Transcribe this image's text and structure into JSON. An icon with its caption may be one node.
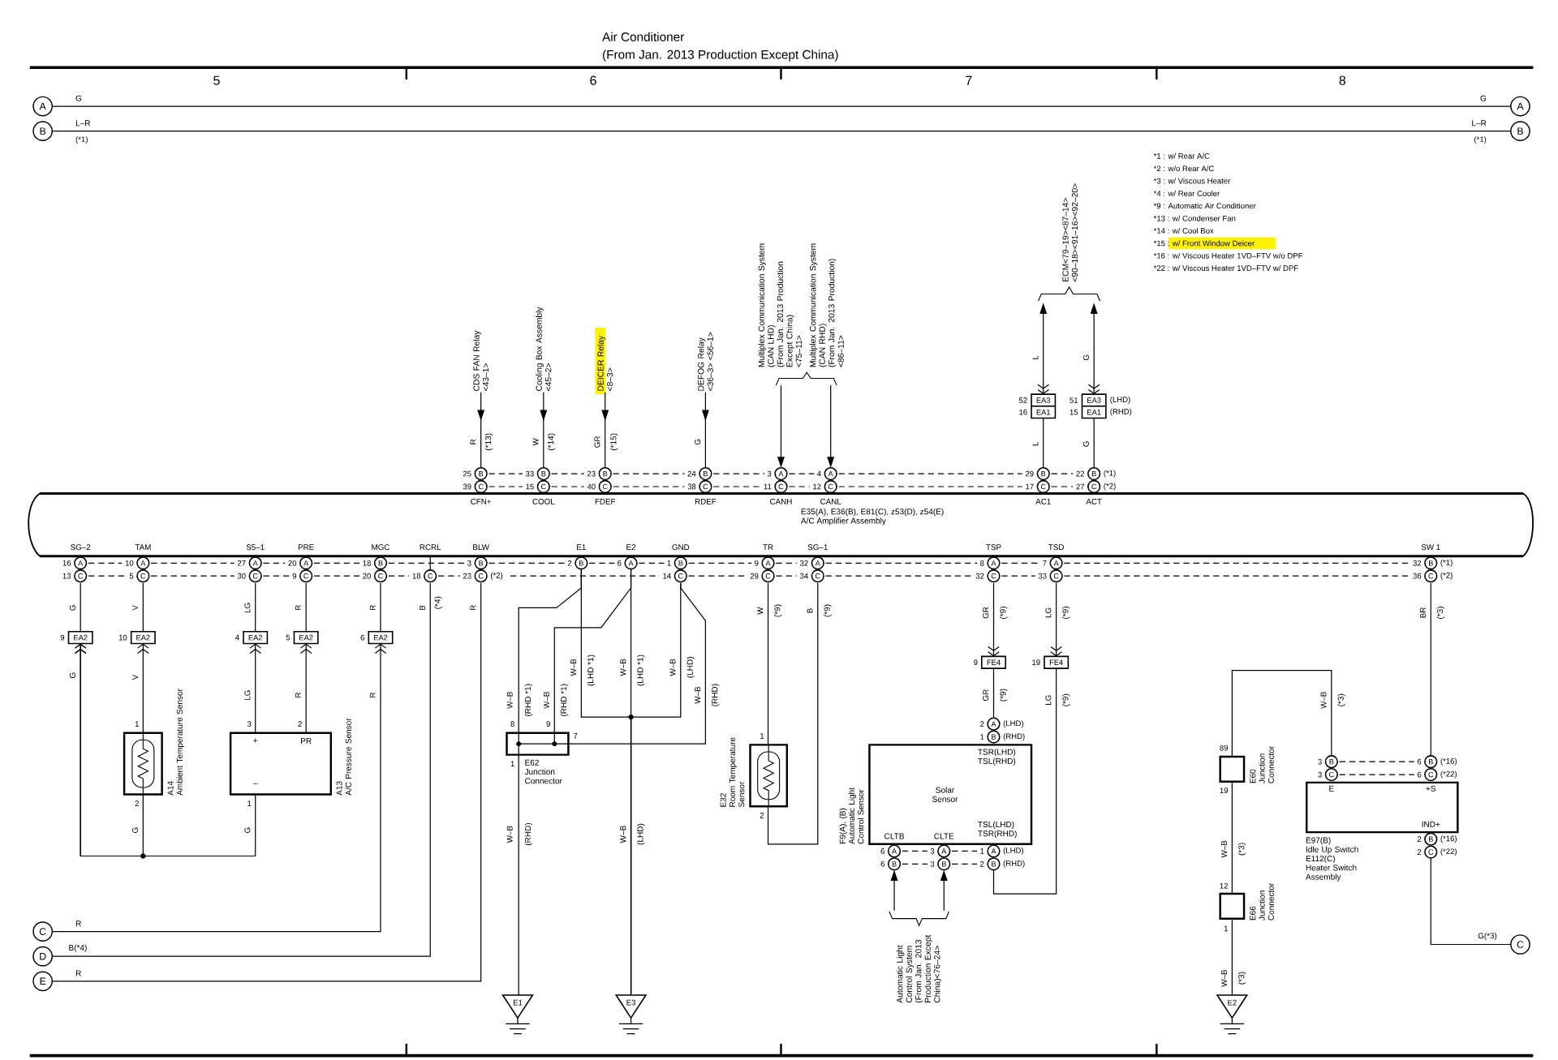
{
  "diagram": {
    "title": "Air Conditioner",
    "nodes": [
      {
        "text": [
          "A"
        ]
      },
      {
        "text": [
          "A"
        ]
      },
      {
        "text": [
          "B"
        ]
      },
      {
        "text": [
          "B"
        ]
      },
      {
        "text": [
          "ECM<79–19><87–14>",
          "<90–18><91–16><92–20>"
        ]
      },
      {
        "text": [
          "CDS FAN Relay",
          "<43–1>"
        ]
      },
      {
        "text": [
          "Cooling Box Assembly",
          "<45–2>"
        ]
      },
      {
        "text": [
          "DEICER Relay",
          "<8–3>"
        ]
      },
      {
        "text": [
          "DEFOG Relay",
          "<36–3> <56–1>"
        ]
      },
      {
        "text": [
          "Multiplex Communication System",
          "(CAN LHD)",
          "(From Jan. 2013 Production Except China)",
          "<75–11>"
        ]
      },
      {
        "text": [
          "Multiplex Communication System",
          "(CAN RHD)",
          "(From Jan. 2013 Production)",
          "<86–11>"
        ]
      },
      {
        "text": [
          "EA3",
          "EA1"
        ],
        "beside": [
          "52",
          "16"
        ]
      },
      {
        "text": [
          "EA3",
          "EA1"
        ],
        "beside": [
          "51",
          "(LHD)",
          "15",
          "(RHD)"
        ]
      },
      {
        "text": [
          "E35(A), E36(B), E81(C), z53(D), z54(E)",
          "A/C Amplifier Assembly"
        ]
      },
      {
        "text": [
          "EA2"
        ],
        "beside": [
          "9"
        ]
      },
      {
        "text": [
          "EA2"
        ],
        "beside": [
          "10"
        ]
      },
      {
        "text": [
          "EA2"
        ],
        "beside": [
          "4"
        ]
      },
      {
        "text": [
          "EA2"
        ],
        "beside": [
          "5"
        ]
      },
      {
        "text": [
          "EA2"
        ],
        "beside": [
          "6"
        ]
      },
      {
        "text": [
          "FE4"
        ],
        "beside": [
          "9"
        ]
      },
      {
        "text": [
          "FE4"
        ],
        "beside": [
          "19"
        ]
      },
      {
        "text": [
          "A14",
          "Ambient Temperature Sensor"
        ],
        "beside": [
          "1",
          "2"
        ]
      },
      {
        "text": [
          "+",
          "PR",
          "–",
          "A13",
          "A/C Pressure Sensor"
        ],
        "beside": [
          "3",
          "2",
          "1"
        ]
      },
      {
        "text": [
          "E62",
          "Junction Connector"
        ],
        "beside": [
          "8",
          "9",
          "7",
          "1"
        ]
      },
      {
        "text": [
          "E32",
          "Room Temperature Sensor"
        ],
        "beside": [
          "1",
          "2"
        ]
      },
      {
        "text": [
          "TSR(LHD) TSL(RHD)",
          "Solar Sensor",
          "CLTB",
          "CLTE",
          "TSL(LHD) TSR(RHD)",
          "F9(A), (B)",
          "Automatic Light Control Sensor"
        ]
      },
      {
        "text": [
          "E60",
          "Junction Connector"
        ],
        "beside": [
          "89",
          "19"
        ]
      },
      {
        "text": [
          "E",
          "+S",
          "IND+",
          "E97(B)",
          "Idle Up Switch",
          "E112(C)",
          "Heater Switch Assembly"
        ]
      },
      {
        "text": [
          "Automatic Light Control System (From Jan. 2013 Production Except China)<76–24>"
        ]
      },
      {
        "text": [
          "E66",
          "Junction Connector"
        ],
        "beside": [
          "12",
          "1"
        ]
      },
      {
        "text": [
          "C"
        ]
      },
      {
        "text": [
          "D"
        ]
      },
      {
        "text": [
          "E"
        ]
      },
      {
        "text": [
          "C"
        ]
      },
      {
        "text": [
          "E1"
        ]
      },
      {
        "text": [
          "E3"
        ]
      },
      {
        "text": [
          "E2"
        ]
      }
    ],
    "edges": [
      {
        "from": 0,
        "to": 1,
        "arrow": "none"
      },
      {
        "from": 2,
        "to": 3,
        "arrow": "none"
      },
      {
        "from": 5,
        "to": 13,
        "arrow": "to",
        "label": "R"
      },
      {
        "from": 6,
        "to": 13,
        "arrow": "to",
        "label": "W"
      },
      {
        "from": 7,
        "to": 13,
        "arrow": "to",
        "label": "GR"
      },
      {
        "from": 8,
        "to": 13,
        "arrow": "to",
        "label": "G"
      },
      {
        "from": 9,
        "to": 13,
        "arrow": "to"
      },
      {
        "from": 10,
        "to": 13,
        "arrow": "to"
      },
      {
        "from": 13,
        "to": 11,
        "arrow": "none",
        "label": "L"
      },
      {
        "from": 11,
        "to": 4,
        "arrow": "both",
        "label": "L"
      },
      {
        "from": 13,
        "to": 12,
        "arrow": "none",
        "label": "G"
      },
      {
        "from": 12,
        "to": 4,
        "arrow": "both",
        "label": "G"
      },
      {
        "from": 13,
        "to": 14,
        "arrow": "none",
        "label": "G"
      },
      {
        "from": 21,
        "to": 14,
        "arrow": "to",
        "label": "G"
      },
      {
        "from": 22,
        "to": 14,
        "arrow": "to",
        "label": "G"
      },
      {
        "from": 13,
        "to": 15,
        "arrow": "none",
        "label": "V"
      },
      {
        "from": 21,
        "to": 15,
        "arrow": "to",
        "label": "V"
      },
      {
        "from": 13,
        "to": 16,
        "arrow": "none",
        "label": "LG"
      },
      {
        "from": 22,
        "to": 16,
        "arrow": "to",
        "label": "LG"
      },
      {
        "from": 13,
        "to": 17,
        "arrow": "none",
        "label": "R"
      },
      {
        "from": 22,
        "to": 17,
        "arrow": "to",
        "label": "R"
      },
      {
        "from": 13,
        "to": 18,
        "arrow": "none",
        "label": "R"
      },
      {
        "from": 30,
        "to": 18,
        "arrow": "to",
        "label": "R"
      },
      {
        "from": 13,
        "to": 31,
        "arrow": "none",
        "label": "B"
      },
      {
        "from": 13,
        "to": 32,
        "arrow": "none",
        "label": "R"
      },
      {
        "from": 13,
        "to": 23,
        "arrow": "none",
        "label": "W–B"
      },
      {
        "from": 13,
        "to": 23,
        "arrow": "none",
        "label": "W–B"
      },
      {
        "from": 13,
        "to": 23,
        "arrow": "none",
        "label": "W–B"
      },
      {
        "from": 13,
        "to": 35,
        "arrow": "none",
        "label": "W–B"
      },
      {
        "from": 13,
        "to": 35,
        "arrow": "none",
        "label": "W–B"
      },
      {
        "from": 13,
        "to": 35,
        "arrow": "none",
        "label": "W–B"
      },
      {
        "from": 23,
        "to": 34,
        "arrow": "none",
        "label": "W–B"
      },
      {
        "from": 13,
        "to": 24,
        "arrow": "none",
        "label": "W"
      },
      {
        "from": 24,
        "to": 13,
        "arrow": "none",
        "label": "B"
      },
      {
        "from": 13,
        "to": 19,
        "arrow": "to",
        "label": "GR"
      },
      {
        "from": 19,
        "to": 25,
        "arrow": "none",
        "label": "GR"
      },
      {
        "from": 13,
        "to": 20,
        "arrow": "to",
        "label": "LG"
      },
      {
        "from": 20,
        "to": 25,
        "arrow": "none",
        "label": "LG"
      },
      {
        "from": 28,
        "to": 25,
        "arrow": "to"
      },
      {
        "from": 28,
        "to": 25,
        "arrow": "to"
      },
      {
        "from": 26,
        "to": 27,
        "arrow": "none",
        "label": "W–B"
      },
      {
        "from": 26,
        "to": 29,
        "arrow": "none",
        "label": "W–B"
      },
      {
        "from": 29,
        "to": 36,
        "arrow": "none",
        "label": "W–B"
      },
      {
        "from": 13,
        "to": 27,
        "arrow": "none",
        "label": "BR"
      },
      {
        "from": 27,
        "to": 33,
        "arrow": "none",
        "label": "G(*3)"
      }
    ],
    "labels": [
      "(From Jan. 2013 Production Except China)",
      "5",
      "6",
      "7",
      "8",
      "G",
      "L–R",
      "(*1)",
      "G",
      "L–R",
      "(*1)",
      "*1 : w/ Rear A/C",
      "*2 : w/o Rear A/C",
      "*3 : w/ Viscous Heater",
      "*4 : w/ Rear Cooler",
      "*9 : Automatic Air Conditioner",
      "*13 : w/ Condenser Fan",
      "*14 : w/ Cool Box",
      "*15 : w/ Front Window Deicer",
      "*16 : w/ Viscous Heater 1VD–FTV w/o DPF",
      "*22 : w/ Viscous Heater 1VD–FTV w/ DPF",
      "(*13)",
      "(*14)",
      "(*15)",
      "25",
      "B",
      "39",
      "C",
      "CFN+",
      "33",
      "B",
      "15",
      "C",
      "COOL",
      "23",
      "B",
      "40",
      "C",
      "FDEF",
      "24",
      "B",
      "38",
      "C",
      "RDEF",
      "3",
      "A",
      "11",
      "C",
      "CANH",
      "4",
      "A",
      "12",
      "C",
      "CANL",
      "29",
      "B",
      "17",
      "C",
      "AC1",
      "22",
      "B",
      "(*1)",
      "27",
      "C",
      "(*2)",
      "ACT",
      "SG–2",
      "16",
      "A",
      "13",
      "C",
      "TAM",
      "10",
      "A",
      "5",
      "C",
      "S5–1",
      "27",
      "A",
      "30",
      "C",
      "PRE",
      "20",
      "A",
      "9",
      "C",
      "MGC",
      "18",
      "B",
      "20",
      "C",
      "RCRL",
      "18",
      "C",
      "BLW",
      "3",
      "B",
      "23",
      "C",
      "(*2)",
      "E1",
      "2",
      "B",
      "E2",
      "6",
      "A",
      "GND",
      "1",
      "B",
      "14",
      "C",
      "TR",
      "9",
      "A",
      "29",
      "C",
      "SG–1",
      "32",
      "A",
      "34",
      "C",
      "TSP",
      "8",
      "A",
      "32",
      "C",
      "TSD",
      "7",
      "A",
      "33",
      "C",
      "SW 1",
      "32",
      "B",
      "(*1)",
      "36",
      "C",
      "(*2)",
      "G",
      "(*4)",
      "R",
      "B(*4)",
      "R",
      "(RHD *1)",
      "(RHD *1)",
      "(LHD *1)",
      "(LHD *1)",
      "(LHD)",
      "(RHD)",
      "(RHD)",
      "W–B",
      "(LHD)",
      "(*9)",
      "(*9)",
      "(*9)",
      "(*9)",
      "(*9)",
      "(*9)",
      "2",
      "A",
      "(LHD)",
      "1",
      "B",
      "(RHD)",
      "6",
      "A",
      "6",
      "B",
      "3",
      "A",
      "3",
      "B",
      "1",
      "A",
      "(LHD)",
      "2",
      "B",
      "(RHD)",
      "(*3)",
      "(*3)",
      "(*3)",
      "(*3)",
      "3",
      "B",
      "3",
      "C",
      "6",
      "B",
      "(*16)",
      "6",
      "C",
      "(*22)",
      "2",
      "B",
      "(*16)",
      "2",
      "C",
      "(*22)"
    ]
  }
}
